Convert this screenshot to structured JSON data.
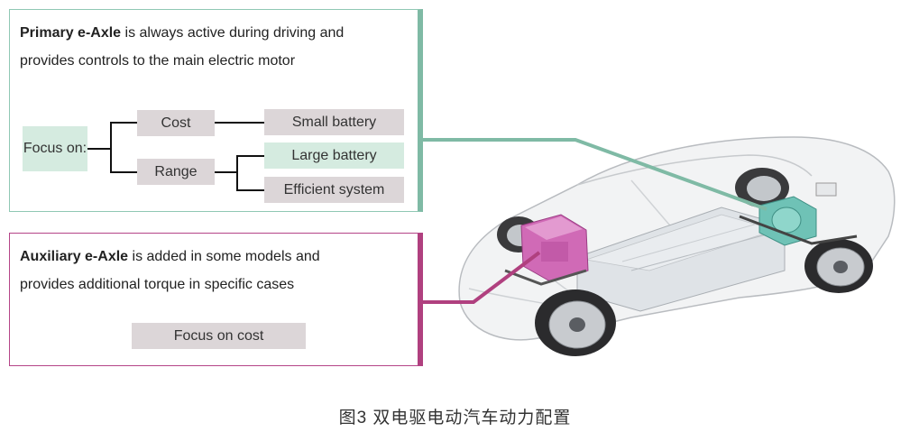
{
  "primary": {
    "lead_bold": "Primary e-Axle",
    "line1_rest": " is always active during driving and",
    "line2": "provides controls to the main electric motor",
    "focus_label": "Focus on:",
    "cost": "Cost",
    "range": "Range",
    "small_battery": "Small battery",
    "large_battery": "Large battery",
    "efficient_system": "Efficient system"
  },
  "auxiliary": {
    "lead_bold": "Auxiliary e-Axle",
    "line1_rest": " is added in some models and",
    "line2": "provides additional torque in specific cases",
    "focus_label": "Focus on cost"
  },
  "caption": "图3 双电驱电动汽车动力配置",
  "colors": {
    "primary_accent": "#7fbaa5",
    "auxiliary_accent": "#b0407f",
    "green_box": "#d5ebe0",
    "grey_box": "#dcd6d8"
  }
}
